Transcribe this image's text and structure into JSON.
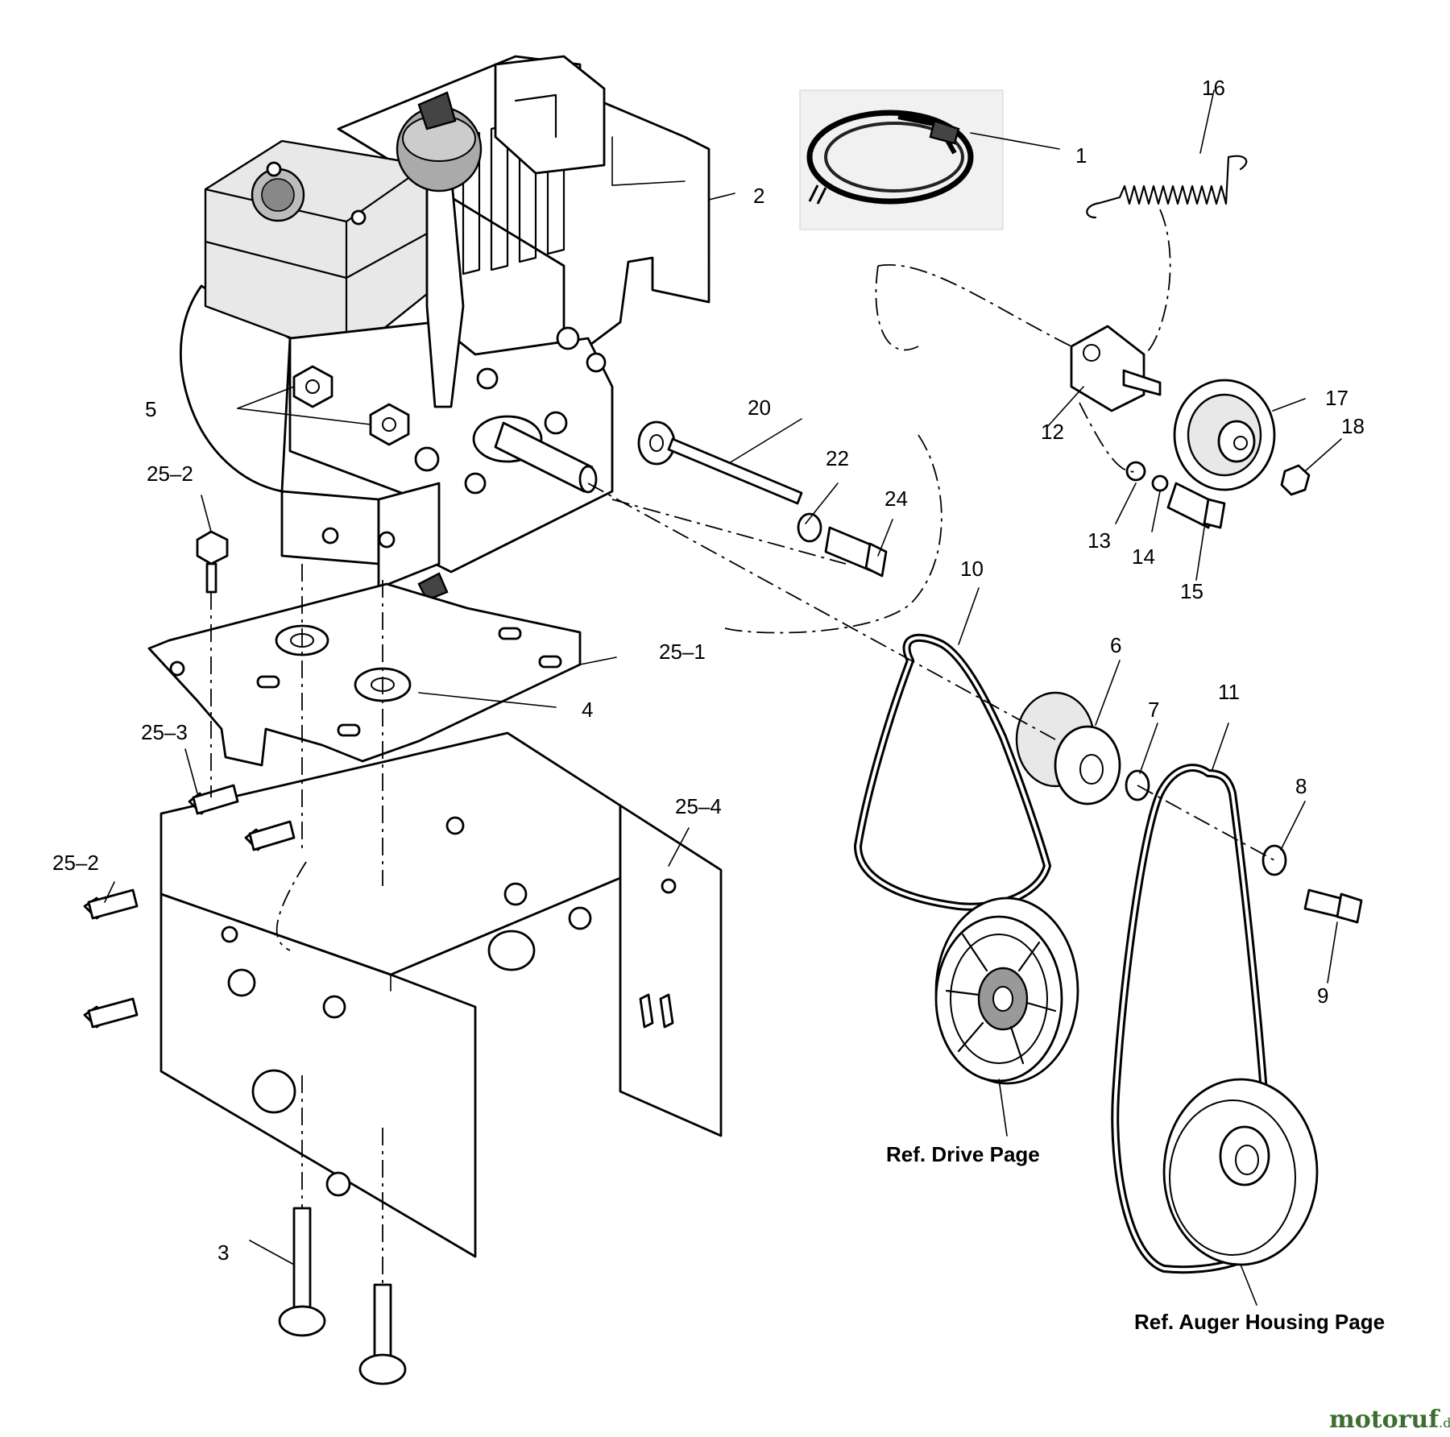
{
  "diagram": {
    "callouts": {
      "c1": "1",
      "c2": "2",
      "c3": "3",
      "c4": "4",
      "c5": "5",
      "c6": "6",
      "c7": "7",
      "c8": "8",
      "c9": "9",
      "c10": "10",
      "c11": "11",
      "c12": "12",
      "c13": "13",
      "c14": "14",
      "c15": "15",
      "c16": "16",
      "c17": "17",
      "c18": "18",
      "c20": "20",
      "c22": "22",
      "c24": "24",
      "c25_1": "25–1",
      "c25_2a": "25–2",
      "c25_2b": "25–2",
      "c25_3": "25–3",
      "c25_4": "25–4"
    },
    "references": {
      "drive": "Ref. Drive Page",
      "auger": "Ref. Auger Housing Page"
    }
  },
  "watermark": {
    "name": "motoruf",
    "suffix": ".de",
    "color": "#3c6e2d"
  }
}
